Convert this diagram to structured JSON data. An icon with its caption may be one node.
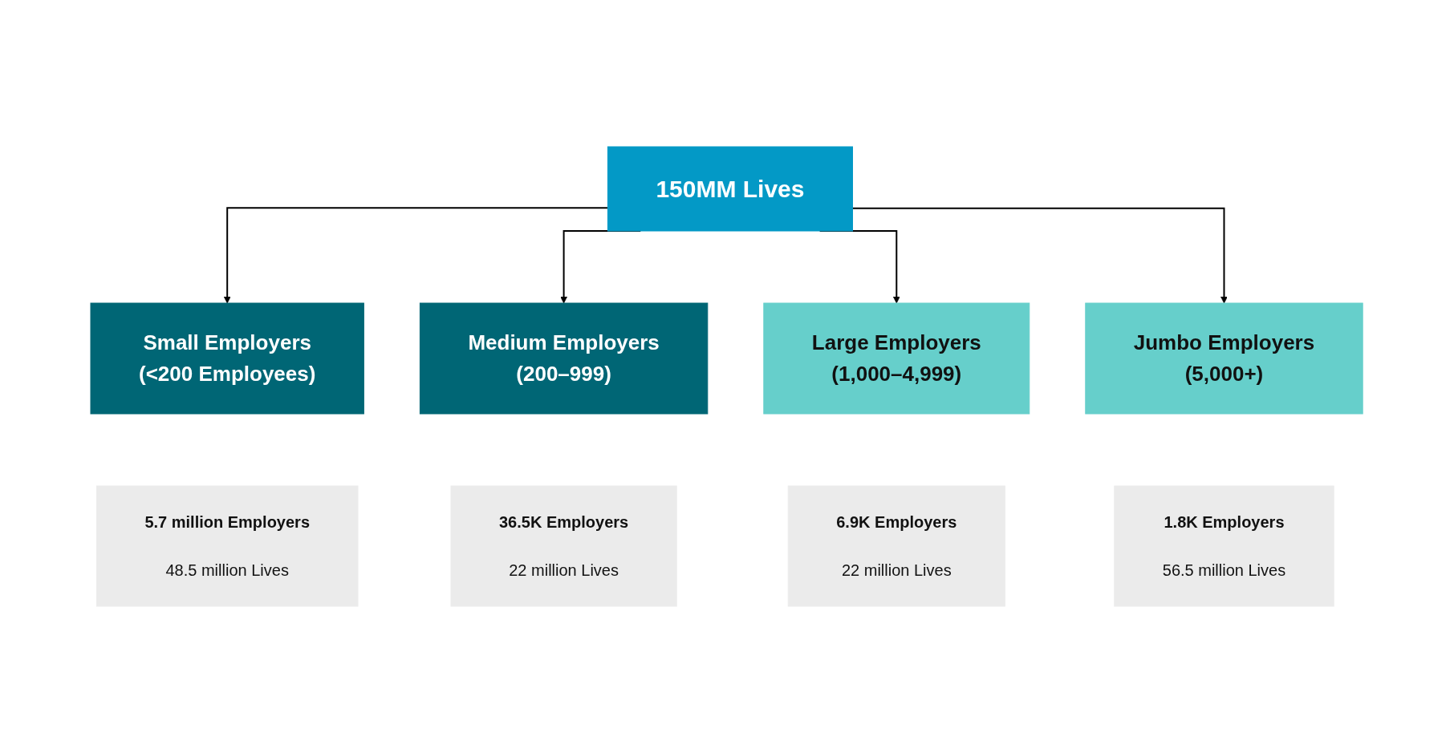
{
  "diagram": {
    "nodes": [
      {
        "text": [
          "150MM Lives"
        ]
      },
      {
        "text": [
          "Small Employers",
          "(<200 Employees)"
        ]
      },
      {
        "text": [
          "5.7 million Employers",
          "48.5 million Lives"
        ]
      },
      {
        "text": [
          "Medium Employers",
          "(200–999)"
        ]
      },
      {
        "text": [
          "36.5K Employers",
          "22 million Lives"
        ]
      },
      {
        "text": [
          "Large Employers",
          "(1,000–4,999)"
        ]
      },
      {
        "text": [
          "6.9K Employers",
          "22 million Lives"
        ]
      },
      {
        "text": [
          "Jumbo Employers",
          "(5,000+)"
        ]
      },
      {
        "text": [
          "1.8K Employers",
          "56.5 million Lives"
        ]
      }
    ],
    "edges": [
      {
        "from": 0,
        "to": 1,
        "arrow": "to"
      },
      {
        "from": 0,
        "to": 3,
        "arrow": "to"
      },
      {
        "from": 0,
        "to": 5,
        "arrow": "to"
      },
      {
        "from": 0,
        "to": 7,
        "arrow": "to"
      }
    ]
  }
}
